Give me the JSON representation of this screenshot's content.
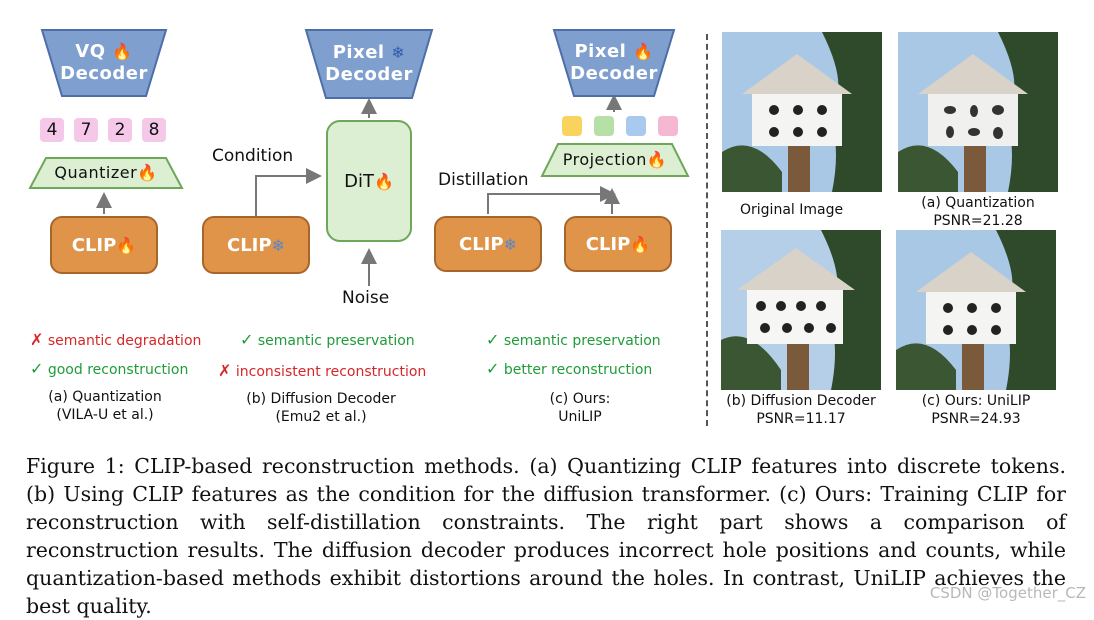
{
  "diagram": {
    "panel_a": {
      "decoder_line1": "VQ",
      "decoder_line2": "Decoder",
      "tokens": [
        "4",
        "7",
        "2",
        "8"
      ],
      "quantizer": "Quantizer",
      "clip": "CLIP",
      "bad": "semantic degradation",
      "good": "good reconstruction",
      "caption_line1": "(a)  Quantization",
      "caption_line2": "(VILA-U et al.)"
    },
    "panel_b": {
      "decoder_line1": "Pixel",
      "decoder_line2": "Decoder",
      "condition": "Condition",
      "dit": "DiT",
      "noise": "Noise",
      "clip": "CLIP",
      "good": "semantic preservation",
      "bad": "inconsistent reconstruction",
      "caption_line1": "(b) Diffusion Decoder",
      "caption_line2": "(Emu2 et al.)"
    },
    "panel_c": {
      "decoder_line1": "Pixel",
      "decoder_line2": "Decoder",
      "projection": "Projection",
      "distillation": "Distillation",
      "clip_left": "CLIP",
      "clip_right": "CLIP",
      "good1": "semantic preservation",
      "good2": "better reconstruction",
      "caption_line1": "(c) Ours:",
      "caption_line2": "UniLIP",
      "token_colors": [
        "#f8d35e",
        "#b7e0a6",
        "#a9c9ee",
        "#f5b7d2"
      ]
    },
    "marks": {
      "cross": "✗",
      "check": "✓",
      "flame": "🔥",
      "snow": "❄"
    },
    "colors": {
      "decoder_fill": "#7f9fcf",
      "clip_fill": "#e0944a",
      "green_fill": "#dcefd3"
    }
  },
  "comparison": {
    "original": "Original Image",
    "quant_line1": "(a)  Quantization",
    "quant_line2": "PSNR=21.28",
    "diff_line1": "(b) Diffusion Decoder",
    "diff_line2": "PSNR=11.17",
    "ours_line1": "(c) Ours: UniLIP",
    "ours_line2": "PSNR=24.93"
  },
  "caption": {
    "text": "Figure 1: CLIP-based reconstruction methods. (a) Quantizing CLIP features into discrete tokens. (b) Using CLIP features as the condition for the diffusion transformer. (c) Ours: Training CLIP for reconstruction with self-distillation constraints. The right part shows a comparison of reconstruction results. The diffusion decoder produces incorrect hole positions and counts, while quantization-based methods exhibit distortions around the holes. In contrast, UniLIP achieves the best quality."
  },
  "watermark": "CSDN @Together_CZ"
}
